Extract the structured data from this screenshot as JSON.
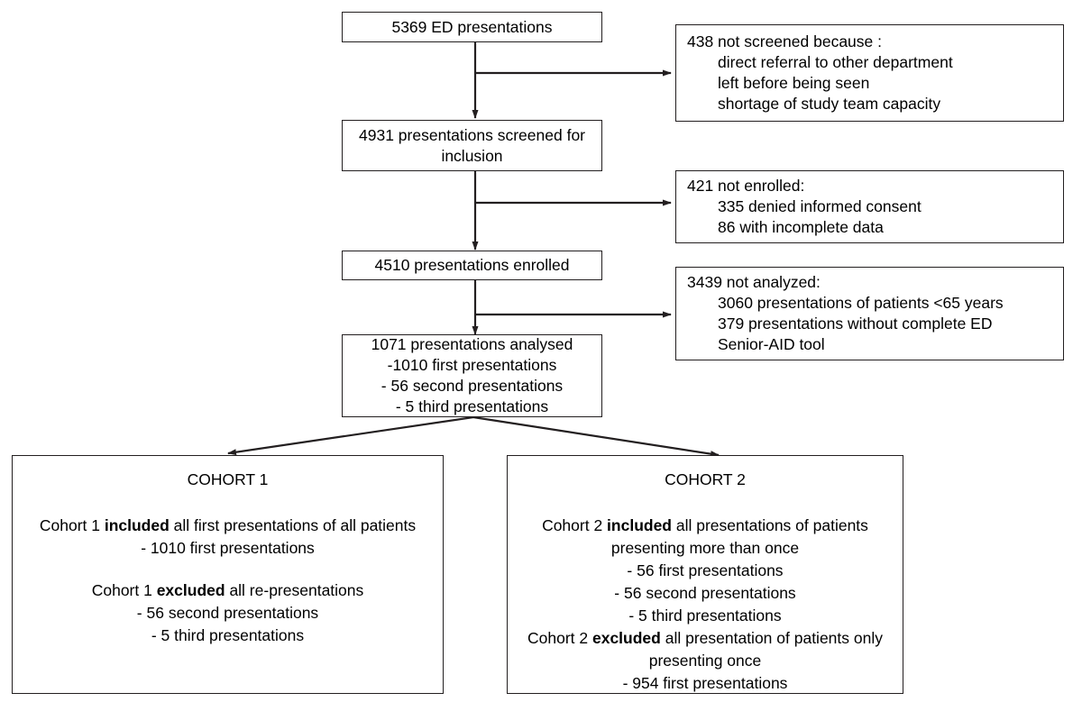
{
  "chart_data": {
    "type": "diagram",
    "title": "CONSORT-style patient flow diagram",
    "nodes": [
      {
        "id": "n1",
        "label": "5369 ED presentations",
        "value": 5369
      },
      {
        "id": "n2",
        "label": "4931 presentations screened for inclusion",
        "value": 4931
      },
      {
        "id": "n3",
        "label": "4510 presentations enrolled",
        "value": 4510
      },
      {
        "id": "n4",
        "label": "1071 presentations analysed",
        "value": 1071
      },
      {
        "id": "x1",
        "label": "438 not screened because :",
        "value": 438
      },
      {
        "id": "x2",
        "label": "421 not enrolled:",
        "value": 421
      },
      {
        "id": "x3",
        "label": "3439 not analyzed:",
        "value": 3439
      },
      {
        "id": "c1",
        "label": "COHORT 1"
      },
      {
        "id": "c2",
        "label": "COHORT 2"
      }
    ],
    "edges": [
      {
        "from": "n1",
        "to": "n2"
      },
      {
        "from": "n1",
        "to": "x1"
      },
      {
        "from": "n2",
        "to": "n3"
      },
      {
        "from": "n2",
        "to": "x2"
      },
      {
        "from": "n3",
        "to": "n4"
      },
      {
        "from": "n3",
        "to": "x3"
      },
      {
        "from": "n4",
        "to": "c1"
      },
      {
        "from": "n4",
        "to": "c2"
      }
    ]
  },
  "boxes": {
    "presentations_total": {
      "line1": "5369 ED presentations"
    },
    "not_screened": {
      "line1": "438 not screened because :",
      "line2": "direct referral to other department",
      "line3": "left before being seen",
      "line4": "shortage of study team capacity"
    },
    "screened": {
      "line1": "4931 presentations screened for",
      "line2": "inclusion"
    },
    "not_enrolled": {
      "line1": "421 not enrolled:",
      "line2": "335 denied informed consent",
      "line3": "86 with incomplete data"
    },
    "enrolled": {
      "line1": "4510 presentations enrolled"
    },
    "not_analyzed": {
      "line1": "3439 not analyzed:",
      "line2": "3060 presentations of patients <65 years",
      "line3": "379 presentations without complete ED",
      "line4": "Senior-AID tool"
    },
    "analysed": {
      "line1": "1071 presentations analysed",
      "line2": "-1010 first presentations",
      "line3": "- 56 second presentations",
      "line4": "- 5 third presentations"
    },
    "cohort1": {
      "title": "COHORT 1",
      "included_pre": "Cohort 1 ",
      "included_bold": "included",
      "included_post": " all first presentations of all patients",
      "included_item1": "- 1010 first presentations",
      "excluded_pre": "Cohort 1 ",
      "excluded_bold": "excluded",
      "excluded_post": " all re-presentations",
      "excluded_item1": "- 56 second presentations",
      "excluded_item2": "- 5 third presentations"
    },
    "cohort2": {
      "title": "COHORT 2",
      "included_pre": "Cohort 2 ",
      "included_bold": "included",
      "included_post": " all presentations of patients",
      "included_line2": "presenting more than once",
      "included_item1": "- 56 first presentations",
      "included_item2": "- 56 second presentations",
      "included_item3": "- 5 third presentations",
      "excluded_pre": "Cohort 2 ",
      "excluded_bold": "excluded",
      "excluded_post": " all presentation of patients only",
      "excluded_line2": "presenting once",
      "excluded_item1": "- 954 first presentations"
    }
  },
  "style": {
    "stroke": "#231f20",
    "background": "#ffffff"
  }
}
